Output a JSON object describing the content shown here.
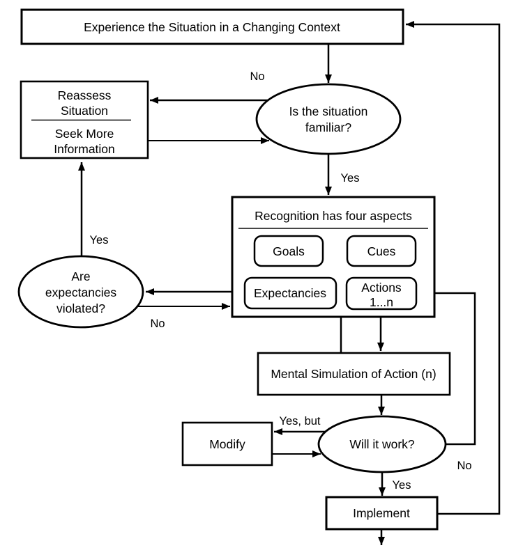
{
  "nodes": {
    "experience": {
      "label": "Experience the Situation in a Changing Context"
    },
    "familiar": {
      "line1": "Is the situation",
      "line2": "familiar?"
    },
    "reassess": {
      "line1": "Reassess",
      "line2": "Situation",
      "line3": "Seek More",
      "line4": "Information"
    },
    "recognition": {
      "title": "Recognition has four aspects",
      "goals": "Goals",
      "cues": "Cues",
      "expectancies": "Expectancies",
      "actions_line1": "Actions",
      "actions_line2": "1...n"
    },
    "violated": {
      "line1": "Are",
      "line2": "expectancies",
      "line3": "violated?"
    },
    "mental_simulation": {
      "label": "Mental Simulation of Action (n)"
    },
    "will_it_work": {
      "label": "Will it work?"
    },
    "modify": {
      "label": "Modify"
    },
    "implement": {
      "label": "Implement"
    }
  },
  "edge_labels": {
    "familiar_no": "No",
    "familiar_yes": "Yes",
    "violated_yes": "Yes",
    "violated_no": "No",
    "work_yes_but": "Yes, but",
    "work_no": "No",
    "work_yes": "Yes"
  },
  "colors": {
    "line": "#000000",
    "text": "#000000",
    "background": "#ffffff"
  }
}
